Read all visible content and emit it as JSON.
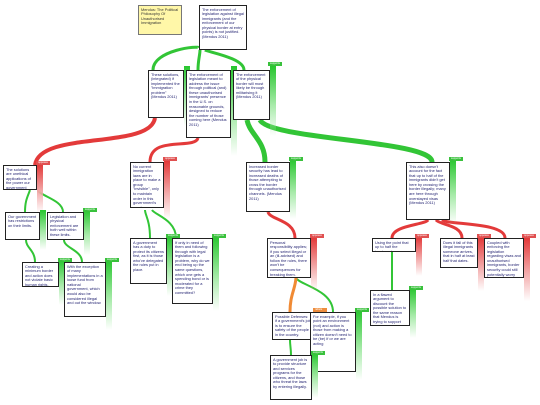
{
  "title_node": {
    "text": "Mendus: The Political Philosophy Of Unauthorised Immigration"
  },
  "nodes": {
    "n1": {
      "text": "The enforcement of legislation against illegal immigrants (and the enforcement of our physical border at entry points) is not justified. (Mendus 2011)"
    },
    "n2": {
      "text": "These solutions, (integrated) if implemented the \"immigration problem\" (Mendus 2011)"
    },
    "n3": {
      "text": "The enforcement of legislation meant to address the issue through political (and) these unauthorised immigrants' presence in the U.S. on reasonable grounds, designed to reduce the number of those coming here (Mendus 2011)"
    },
    "n4": {
      "text": "The enforcement of the physical border will most likely be through militarising it (Mendus 2011)"
    },
    "n5": {
      "text": "The solutions are unethical applications of the power our government has."
    },
    "n6": {
      "text": "No current immigration laws are in place to make a group \"invisible\", only to maintain order in this government's reach."
    },
    "n7": {
      "text": "Increased border security has lead to increased deaths of those attempting to cross the border through unauthorised channels. (Mendus 2011)"
    },
    "n8": {
      "text": "This also doesn't account for the fact that up to half of the immigrants didn't get here by crossing the border illegally; many are here through overstayed visas (Mendus 2011)"
    },
    "n9": {
      "text": "Our government has restrictions on their limits."
    },
    "n10": {
      "text": "Legislation and physical enforcement are both well within these limits."
    },
    "n11": {
      "text": "A government has a duty to protect its citizens first, as it is those who've delegated the rules put in place."
    },
    "n12": {
      "text": "If only in need of them and following through with legal legislation is a problem, why do we end being up the same questions, which one gets a spending bond or is moderated for a crime they committed?"
    },
    "n13": {
      "text": "Personal responsibility applies; if you select illegal or an (ill-advised) and follow the rules, there won't be consequences for breaking them."
    },
    "n14": {
      "text": "Using the point that up to half the immigrants are staying from the border, after it supports that at least half that date."
    },
    "n15": {
      "text": "Does it fall of this illegal immigrants someone arrives, that in half at least half that dates."
    },
    "n16": {
      "text": "Coupled with enforcing the legislation regarding visas and unauthorised immigrants, border security could still potentially worry the problem."
    },
    "n17": {
      "text": "Creating a minimum border and action does not violate basic human rights."
    },
    "n18": {
      "text": "With the exception of many implementations in a loose fund from national government, which would also be considered illegal and out the window."
    },
    "n19": {
      "text": "Possible Defenses: if a government's job is to ensure the safety of the people in the country."
    },
    "n20": {
      "text": "For example, if you point an environment (not) and action is those from making a citizen doesn't need to be (be) if or we are acting"
    },
    "n21": {
      "text": "In a flawed argument to discount the possible solution to the same reason that Mendus is trying to support the opposing side."
    },
    "n22": {
      "text": "A government job is to provide structure and services programs for the citizens, and those who threat the laws by entering illegally."
    }
  },
  "tabs": {
    "support": "supports",
    "oppose": "opposes",
    "rebut": "rebuts"
  },
  "colors": {
    "support": "#27c62e",
    "oppose": "#e23232",
    "rebut": "#f08a34",
    "title_bg": "#fff7a8"
  }
}
